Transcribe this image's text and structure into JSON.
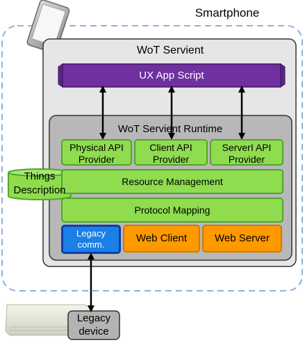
{
  "labels": {
    "smartphone": "Smartphone",
    "servient": "WoT Servient",
    "ux_app_script": "UX App Script",
    "runtime": "WoT Servient Runtime",
    "physical_api": [
      "Physical API",
      "Provider"
    ],
    "client_api": [
      "Client API",
      "Provider"
    ],
    "server_api": [
      "ServerI API",
      "Provider"
    ],
    "things_description": [
      "Things",
      "Description"
    ],
    "resource_management": "Resource Management",
    "protocol_mapping": "Protocol Mapping",
    "legacy_comm": [
      "Legacy",
      "comm."
    ],
    "web_client": "Web Client",
    "web_server": "Web Server",
    "legacy_device": [
      "Legacy",
      "device"
    ]
  },
  "colors": {
    "dashed_border": "#8fb0d8",
    "servient_fill": "#e6e6e6",
    "runtime_fill": "#b8b8b8",
    "ux_script_fill": "#7030a0",
    "provider_fill": "#8fdc4f",
    "orange_fill": "#ff9900",
    "legacy_comm_fill": "#1a7fe6"
  },
  "icons": [
    "smartphone-icon",
    "air-conditioner-icon"
  ]
}
